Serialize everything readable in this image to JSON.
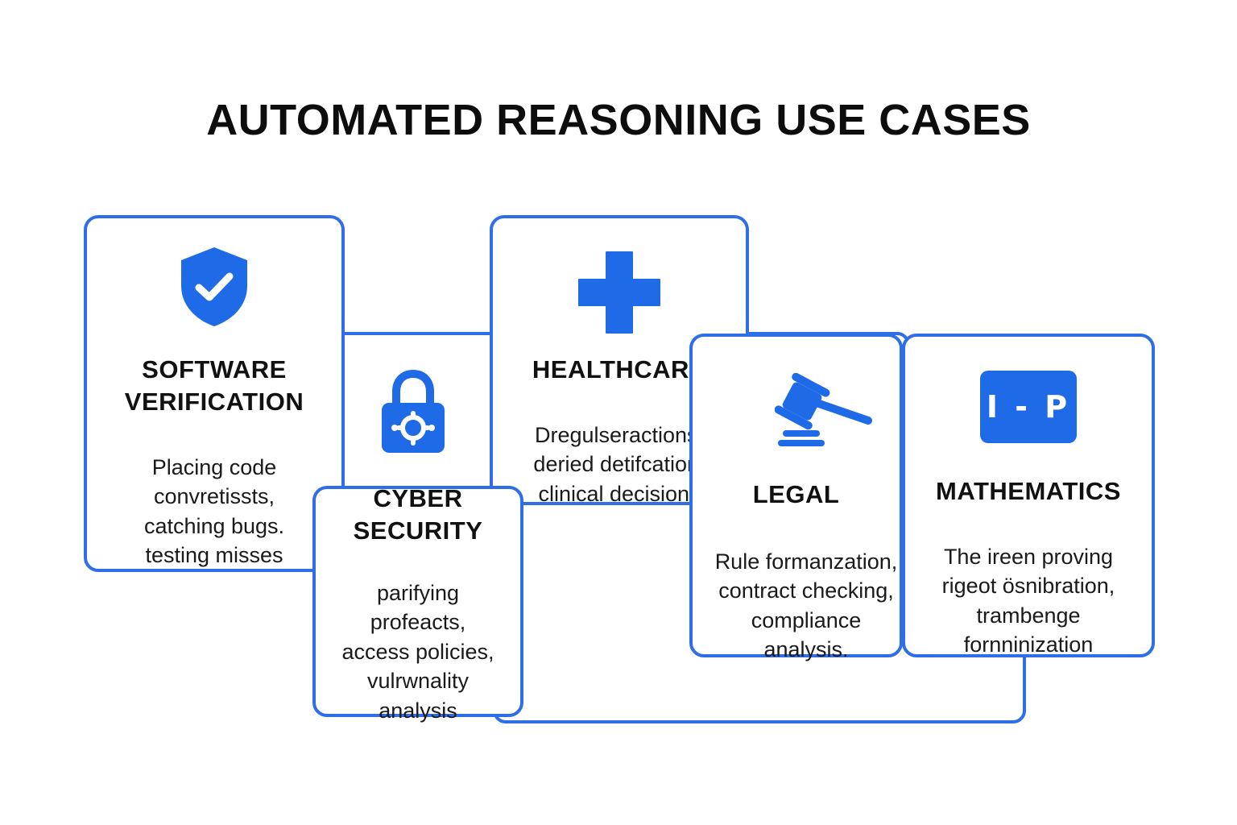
{
  "title": "AUTOMATED REASONING USE CASES",
  "colors": {
    "accent": "#2f6ee8",
    "icon_fill": "#1f6ae6",
    "text": "#111111",
    "background": "#ffffff"
  },
  "cards": [
    {
      "id": "software-verification",
      "icon": "shield-check-icon",
      "heading": "SOFTWARE\nVERIFICATION",
      "description": "Placing code\nconvretissts,\ncatching bugs.\ntesting misses"
    },
    {
      "id": "cyber-security",
      "icon": "padlock-icon",
      "heading": "CYBER\nSECURITY",
      "description": "parifying\nprofeacts,\naccess policies,\nvulrwnality\nanalysis"
    },
    {
      "id": "healthcare",
      "icon": "medical-cross-icon",
      "heading": "HEALTHCARE",
      "description": "Dregulseractions.\nderied detifcation,\nclinical decisions"
    },
    {
      "id": "legal",
      "icon": "gavel-icon",
      "heading": "LEGAL",
      "description": "Rule formanzation,\ncontract checking,\ncompliance\nanalysis."
    },
    {
      "id": "mathematics",
      "icon": "math-badge-icon",
      "icon_text": "I - P",
      "heading": "MATHEMATICS",
      "description": "The ireen proving\nrigeot ösnibration,\ntrambenge\nfornninization"
    }
  ]
}
